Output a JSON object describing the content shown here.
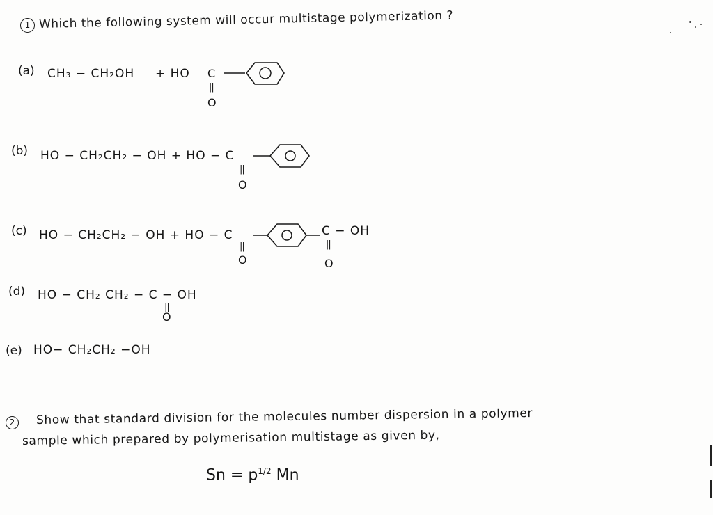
{
  "question1": {
    "number": "1",
    "text": "Which the following system will occur multistage polymerization ?"
  },
  "options": {
    "a": {
      "label": "(a)",
      "lhs": "CH₃ − CH₂OH",
      "plus": "+ HO",
      "carbon": "C",
      "double_bond": "||",
      "oxygen": "O",
      "ring_text": "O"
    },
    "b": {
      "label": "(b)",
      "lhs": "HO − CH₂CH₂ − OH + HO − C",
      "double_bond": "||",
      "oxygen": "O",
      "ring_text": "O"
    },
    "c": {
      "label": "(c)",
      "lhs": "HO − CH₂CH₂ − OH + HO − C",
      "double_bond": "||",
      "oxygen": "O",
      "ring_text": "O",
      "rhs": "C − OH",
      "double_bond_2": "||",
      "oxygen_2": "O"
    },
    "d": {
      "label": "(d)",
      "lhs": "HO − CH₂ CH₂ − C − OH",
      "double_bond": "||",
      "oxygen": "O"
    },
    "e": {
      "label": "(e)",
      "lhs": "HO− CH₂CH₂ −OH"
    }
  },
  "question2": {
    "number": "2",
    "line1": "Show that standard division for the molecules number dispersion in a polymer",
    "line2": "sample which prepared by polymerisation multistage as given by,",
    "equation_lhs": "Sn = p",
    "equation_exp": "1/2",
    "equation_rhs": "Mn"
  }
}
